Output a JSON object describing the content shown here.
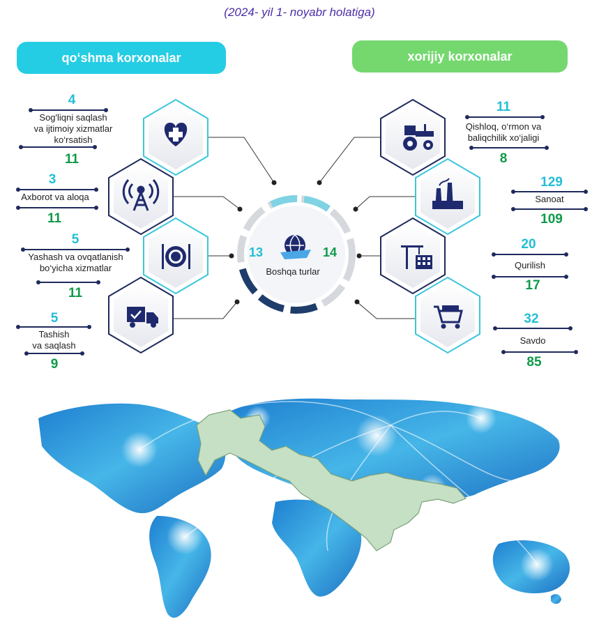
{
  "header": {
    "date_caption": "(2024- yil 1- noyabr holatiga)",
    "joint_title": "qo‘shma korxonalar",
    "foreign_title": "xorijiy korxonalar"
  },
  "center": {
    "label": "Boshqa turlar",
    "joint_count": "13",
    "foreign_count": "14",
    "icon": "globe-ship-icon"
  },
  "joint_sectors": [
    {
      "line1": "Sog'liqni saqlash",
      "line2": "va ijtimoiy xizmatlar",
      "line3": "ko‘rsatish",
      "top": "4",
      "bottom": "11",
      "icon": "heart-plus-icon"
    },
    {
      "line1": "Axborot va aloqa",
      "top": "3",
      "bottom": "11",
      "icon": "antenna-icon"
    },
    {
      "line1": "Yashash va ovqatlanish",
      "line2": "bo‘yicha xizmatlar",
      "top": "5",
      "bottom": "11",
      "icon": "plate-icon"
    },
    {
      "line1": "Tashish",
      "line2": "va saqlash",
      "top": "5",
      "bottom": "9",
      "icon": "truck-icon"
    }
  ],
  "foreign_sectors": [
    {
      "line1": "Qishloq, o‘rmon va",
      "line2": "baliqchilik xo‘jaligi",
      "top": "11",
      "bottom": "8",
      "icon": "tractor-icon"
    },
    {
      "line1": "Sanoat",
      "top": "129",
      "bottom": "109",
      "icon": "factory-icon"
    },
    {
      "line1": "Qurilish",
      "top": "20",
      "bottom": "17",
      "icon": "crane-icon"
    },
    {
      "line1": "Savdo",
      "top": "32",
      "bottom": "85",
      "icon": "shopping-cart-icon"
    }
  ],
  "colors": {
    "cyan": "#22bed5",
    "green": "#0e9a49",
    "navy": "#1f2a5c",
    "icon_navy": "#1f2a6e"
  }
}
